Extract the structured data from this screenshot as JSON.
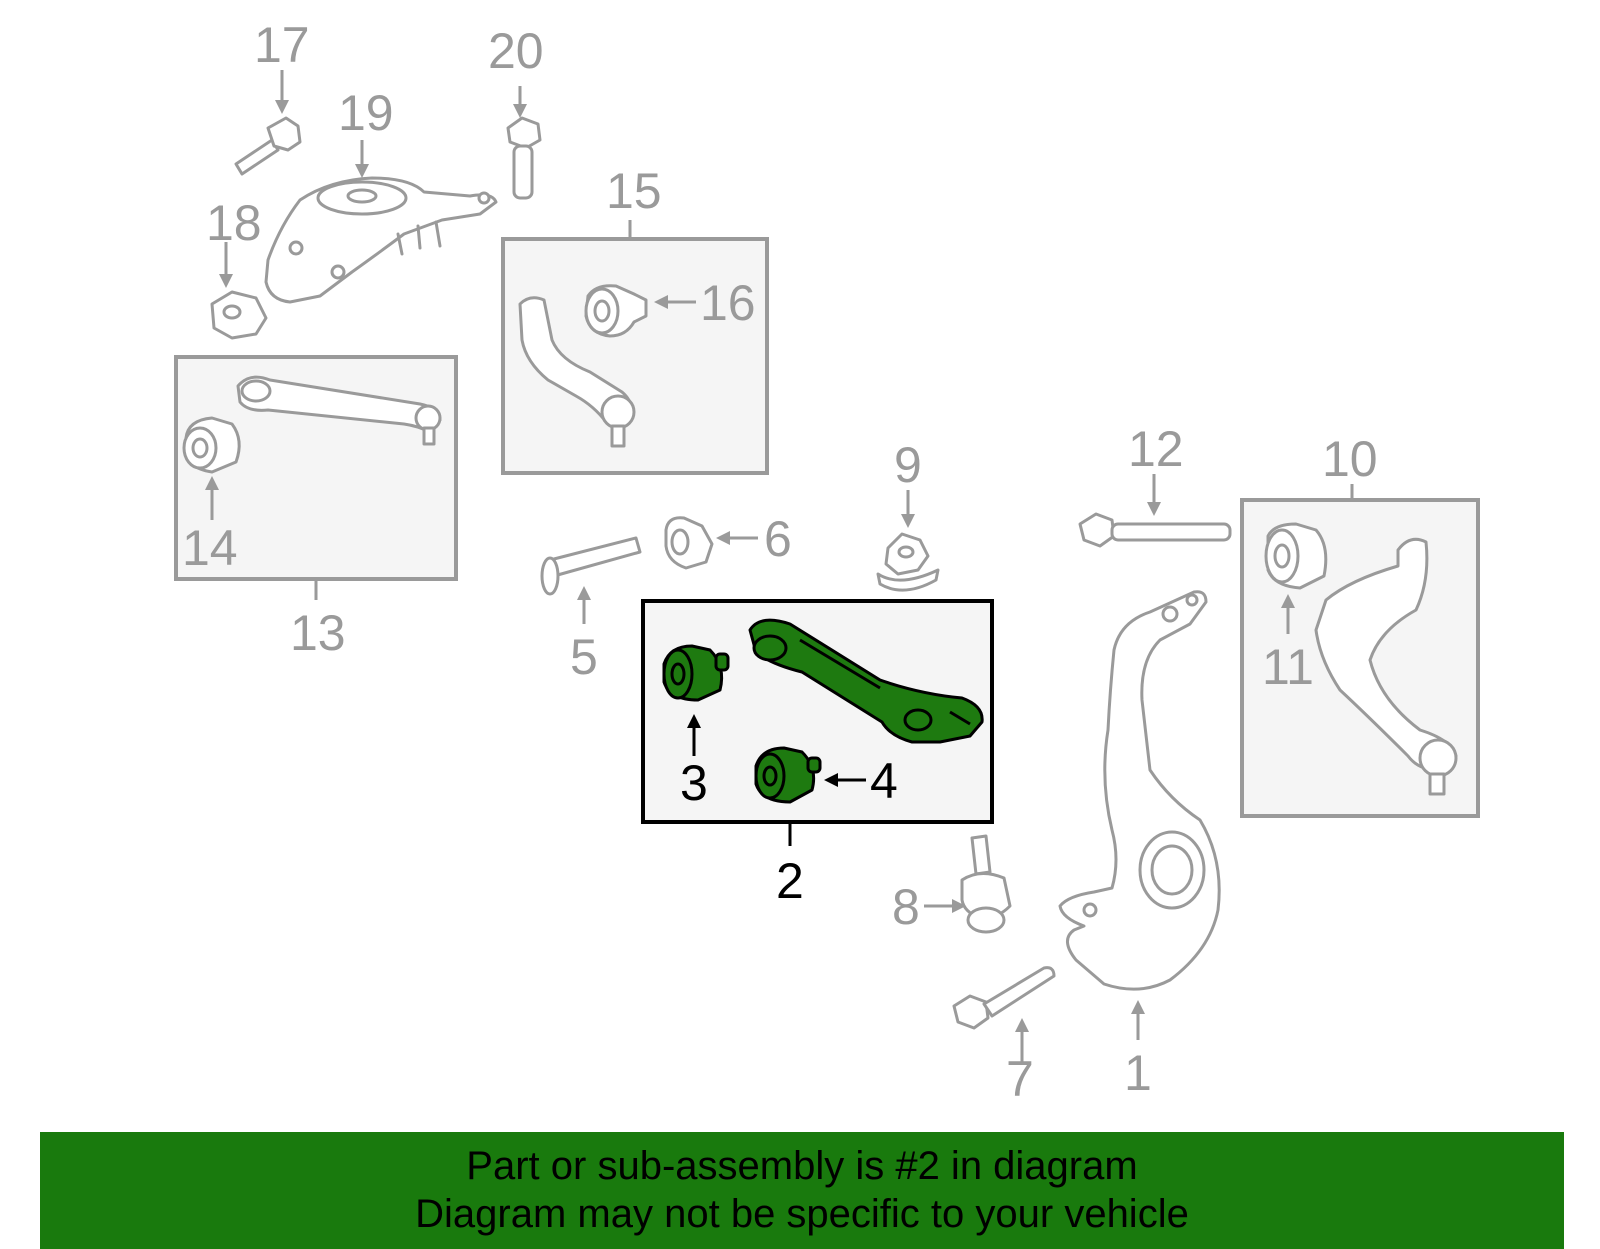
{
  "callouts": {
    "c1": "1",
    "c2": "2",
    "c3": "3",
    "c4": "4",
    "c5": "5",
    "c6": "6",
    "c7": "7",
    "c8": "8",
    "c9": "9",
    "c10": "10",
    "c11": "11",
    "c12": "12",
    "c13": "13",
    "c14": "14",
    "c15": "15",
    "c16": "16",
    "c17": "17",
    "c18": "18",
    "c19": "19",
    "c20": "20"
  },
  "highlighted_part": "2",
  "colors": {
    "highlight": "#1e7a10",
    "banner": "#197a0d",
    "line_grey": "#9a9a9a",
    "box_fill": "#f5f5f5"
  },
  "banner": {
    "line1": "Part or sub-assembly is #2 in diagram",
    "line2": "Diagram may not be specific to your vehicle"
  }
}
